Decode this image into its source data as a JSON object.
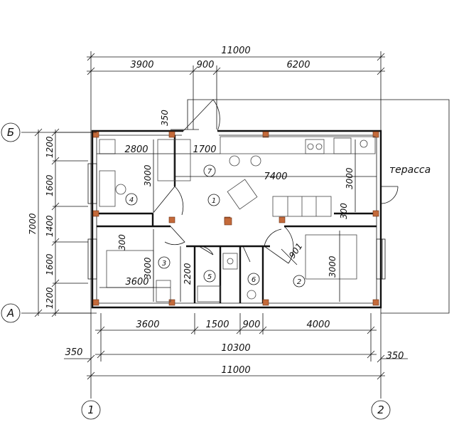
{
  "dimensions": {
    "top_total": "11000",
    "top_segments": [
      "3900",
      "900",
      "6200"
    ],
    "bottom_segments": [
      "3600",
      "1500",
      "900",
      "4000"
    ],
    "bottom_inner": "10300",
    "bottom_offset_left": "350",
    "bottom_offset_right": "350",
    "bottom_total": "11000",
    "left_total": "7000",
    "left_segments": [
      "1200",
      "1600",
      "1400",
      "1600",
      "1200"
    ],
    "wall_offset_top": "350",
    "interior": {
      "room4_width": "2800",
      "room7_width": "1700",
      "hall_length": "7400",
      "room4_height": "3000",
      "kitchen_height": "3000",
      "wall_300_right": "300",
      "wall_300_left": "300",
      "room3_height": "3000",
      "room3_width": "3600",
      "bath_height": "2200",
      "door_901": "901",
      "bedroom2_height": "3000"
    }
  },
  "axes": {
    "letters": [
      "Б",
      "А"
    ],
    "numbers": [
      "1",
      "2"
    ]
  },
  "rooms": [
    "1",
    "2",
    "3",
    "4",
    "5",
    "6",
    "7"
  ],
  "terrace_label": "терасса"
}
